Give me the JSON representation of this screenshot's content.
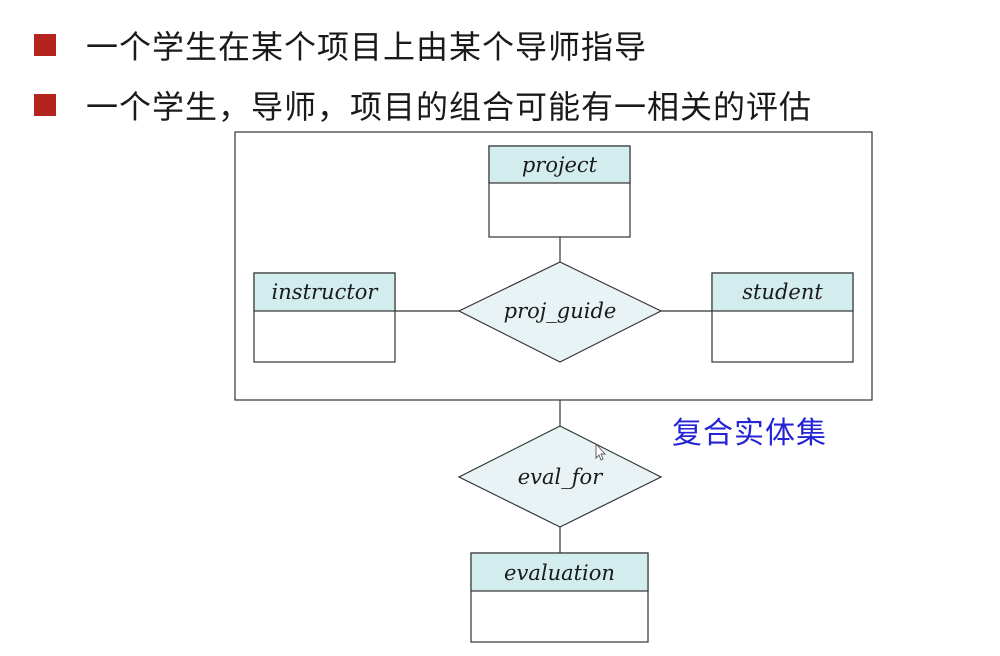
{
  "bullets": [
    "一个学生在某个项目上由某个导师指导",
    "一个学生，导师，项目的组合可能有一相关的评估"
  ],
  "diagram": {
    "entities": {
      "project": "project",
      "instructor": "instructor",
      "student": "student",
      "evaluation": "evaluation"
    },
    "relationships": {
      "proj_guide": "proj_guide",
      "eval_for": "eval_for"
    },
    "aggregate_label": "复合实体集"
  },
  "colors": {
    "bullet": "#b5231f",
    "entity_header": "#d3ecee",
    "relationship_fill": "#e9f3f6",
    "aggregate_label": "#2424d6"
  }
}
